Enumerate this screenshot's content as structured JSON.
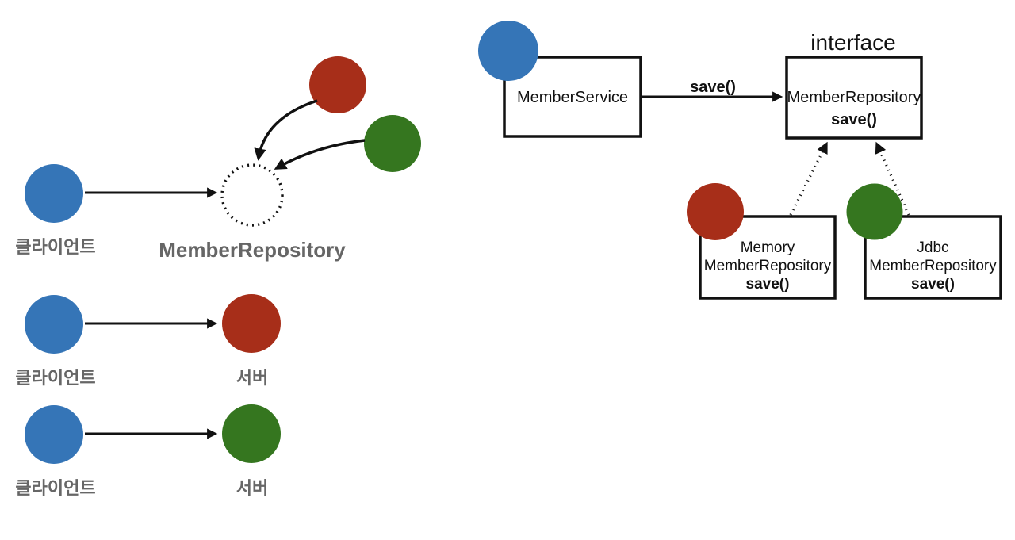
{
  "colors": {
    "blue": "#3575b7",
    "red": "#a72e19",
    "green": "#35761f",
    "gray_text": "#666666",
    "line_black": "#111111"
  },
  "left": {
    "abstraction": {
      "client_label": "클라이언트",
      "repository_label": "MemberRepository"
    },
    "scenario_red": {
      "client_label": "클라이언트",
      "server_label": "서버"
    },
    "scenario_green": {
      "client_label": "클라이언트",
      "server_label": "서버"
    }
  },
  "right": {
    "interface_caption": "interface",
    "service_box": {
      "title": "MemberService"
    },
    "call_label": "save()",
    "interface_box": {
      "name": "MemberRepository",
      "method": "save()"
    },
    "memory_box": {
      "prefix": "Memory",
      "name": "MemberRepository",
      "method": "save()"
    },
    "jdbc_box": {
      "prefix": "Jdbc",
      "name": "MemberRepository",
      "method": "save()"
    }
  }
}
